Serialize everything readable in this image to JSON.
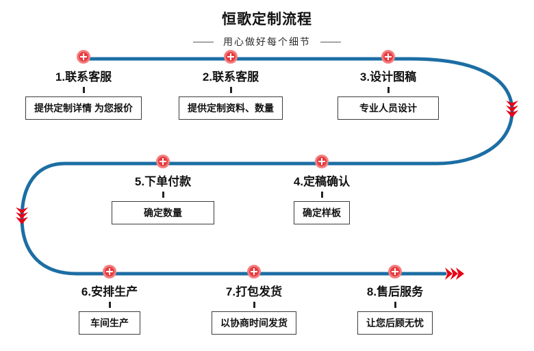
{
  "title": "恒歌定制流程",
  "subtitle": "用心做好每个细节",
  "colors": {
    "path-blue": "#1c6ea4",
    "arrow-red": "#e60013",
    "marker-red": "#e73c41",
    "marker-ring": "#f28080",
    "text-dark": "#111111",
    "box-border": "#3a3a3a"
  },
  "steps": [
    {
      "label": "1.联系客服",
      "box": "提供定制详情 为您报价"
    },
    {
      "label": "2.联系客服",
      "box": "提供定制资料、数量"
    },
    {
      "label": "3.设计图稿",
      "box": "专业人员设计"
    },
    {
      "label": "4.定稿确认",
      "box": "确定样板"
    },
    {
      "label": "5.下单付款",
      "box": "确定数量"
    },
    {
      "label": "6.安排生产",
      "box": "车间生产"
    },
    {
      "label": "7.打包发货",
      "box": "以协商时间发货"
    },
    {
      "label": "8.售后服务",
      "box": "让您后顾无忧"
    }
  ]
}
